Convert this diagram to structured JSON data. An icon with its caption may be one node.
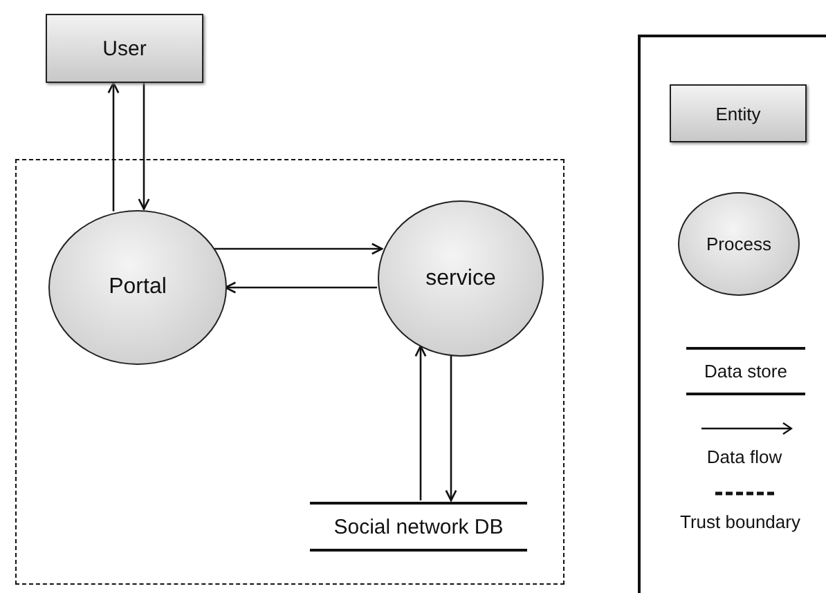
{
  "diagram": {
    "nodes": [
      {
        "text": [],
        "shape": "box"
      },
      {
        "text": [
          "User"
        ]
      },
      {
        "text": [
          "Portal"
        ],
        "in": 0
      },
      {
        "text": [
          "service"
        ],
        "in": 0
      },
      {
        "text": [
          "Social network DB"
        ],
        "in": 0
      }
    ],
    "edges": [
      {
        "from": 2,
        "to": 1,
        "arrow": "to"
      },
      {
        "from": 1,
        "to": 2,
        "arrow": "to"
      },
      {
        "from": 2,
        "to": 3,
        "arrow": "to"
      },
      {
        "from": 3,
        "to": 2,
        "arrow": "to"
      },
      {
        "from": 4,
        "to": 3,
        "arrow": "to"
      },
      {
        "from": 3,
        "to": 4,
        "arrow": "to"
      }
    ],
    "legend": [
      {
        "text": "Entity"
      },
      {
        "text": "Process"
      },
      {
        "text": "Data store"
      },
      {
        "text": "Data flow"
      },
      {
        "text": "Trust boundary"
      }
    ]
  }
}
